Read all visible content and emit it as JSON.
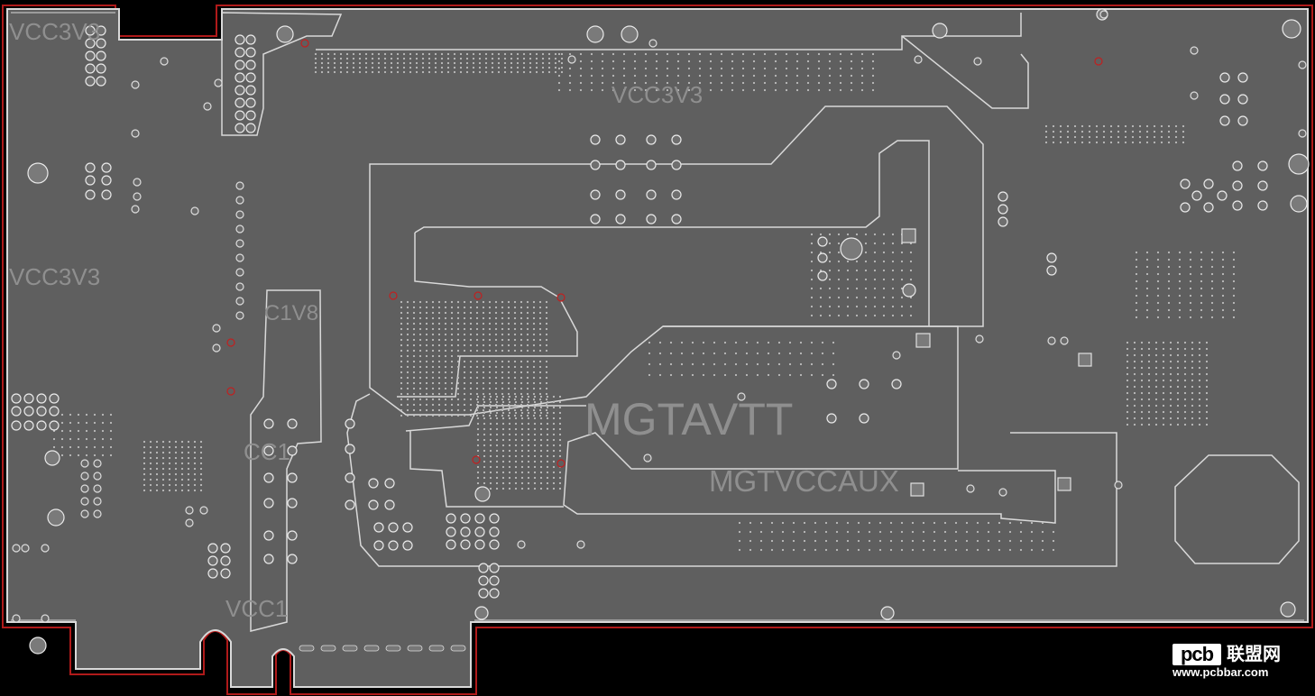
{
  "labels": {
    "vcc3v3_top_left": "VCC3V3",
    "vcc3v3_top_center": "VCC3V3",
    "vcc3v3_mid_left": "VCC3V3",
    "vcc1v8": "C1V8",
    "vcc1_mid": "CC1",
    "vcc1_bottom": "VCC1",
    "mgtavtt": "MGTAVTT",
    "mgtvccaux": "MGTVCCAUX"
  },
  "watermark": {
    "logo": "pcb",
    "name": "联盟网",
    "url": "www.pcbbar.com"
  },
  "colors": {
    "board": "#5f5f5f",
    "outline": "#d9d9d9",
    "edge": "#b01a1a",
    "background": "#000000"
  }
}
